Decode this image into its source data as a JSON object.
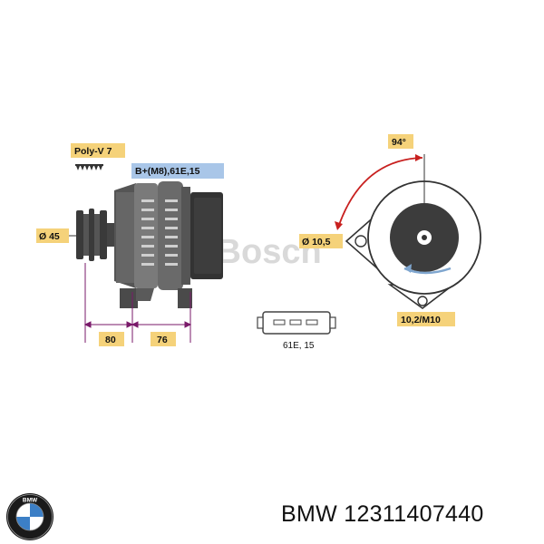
{
  "diagram": {
    "labels": {
      "belt": "Poly-V 7",
      "terminal": "B+(M8),61E,15",
      "pulley_diameter": "Ø 45",
      "dim_a": "80",
      "dim_b": "76",
      "angle": "94°",
      "mount_hole": "Ø 10,5",
      "thread": "10,2/M10",
      "connector": "61E, 15"
    },
    "watermark": "© Bosch",
    "colors": {
      "label_bg": "#f5d27a",
      "terminal_bg": "#a9c6e8",
      "arrow_red": "#c8201f",
      "arrow_blue": "#7fa6cf",
      "dim_line": "#7a1a6a"
    }
  },
  "footer": {
    "brand_text": "BMW 12311407440",
    "logo_icon": "bmw-logo-icon"
  }
}
